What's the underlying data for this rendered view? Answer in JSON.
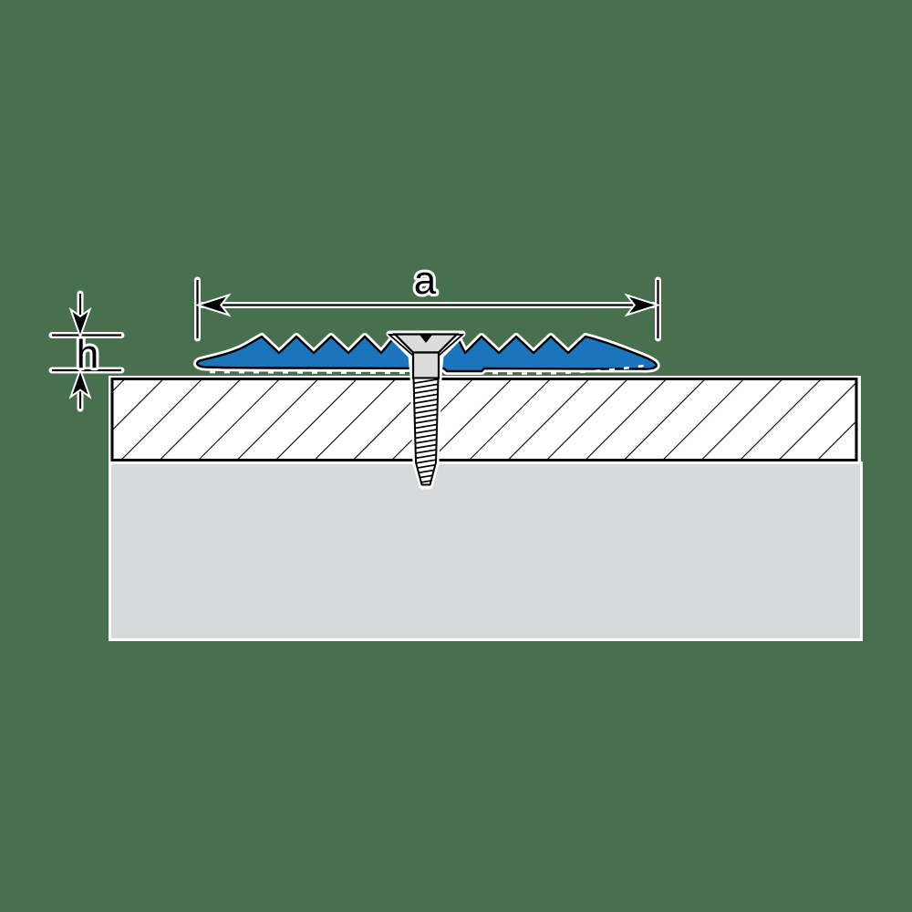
{
  "diagram": {
    "kind": "technical-cross-section",
    "labels": {
      "width_dim": "a",
      "height_dim": "h"
    },
    "colors": {
      "background": "#48704e",
      "profile_blue": "#1b75bc",
      "metal_gray": "#dcdcdc",
      "slab_gray": "#d7dadb",
      "hatch_fill": "#ffffff",
      "line_black": "#000000",
      "halo_white": "#ffffff"
    }
  }
}
